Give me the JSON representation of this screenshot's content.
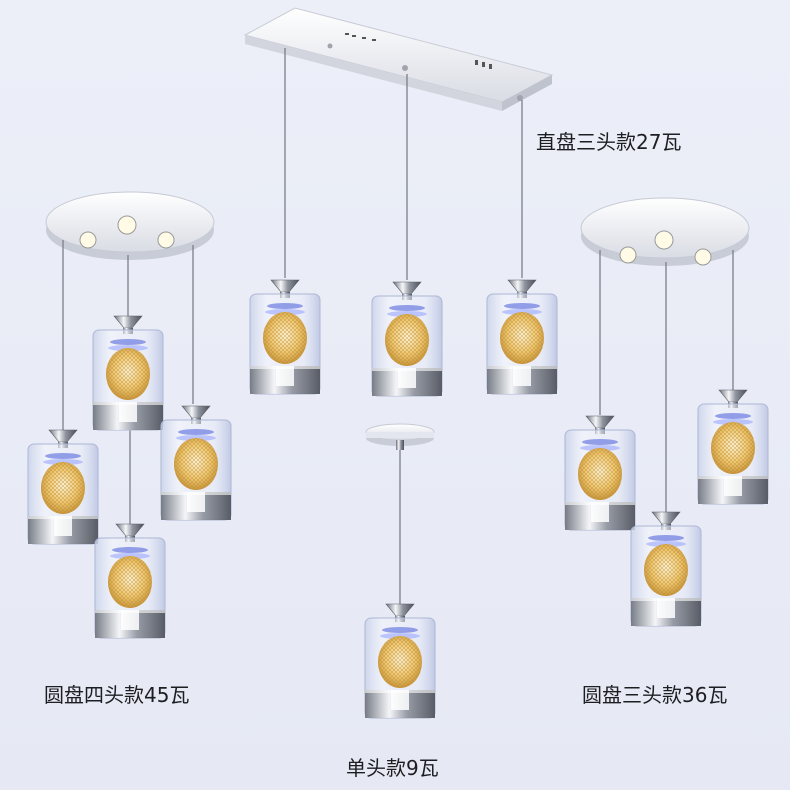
{
  "captions": {
    "linear_three": "直盘三头款27瓦",
    "round_four": "圆盘四头款45瓦",
    "round_three": "圆盘三头款36瓦",
    "single": "单头款9瓦"
  },
  "colors": {
    "background": "#e9ecf6",
    "canopy": "#f4f5f8",
    "chrome": "#9aa0aa",
    "glass": "#d8dff0",
    "bulb_glow": "#f0c86a",
    "accent_blue": "#5a6fd8"
  }
}
